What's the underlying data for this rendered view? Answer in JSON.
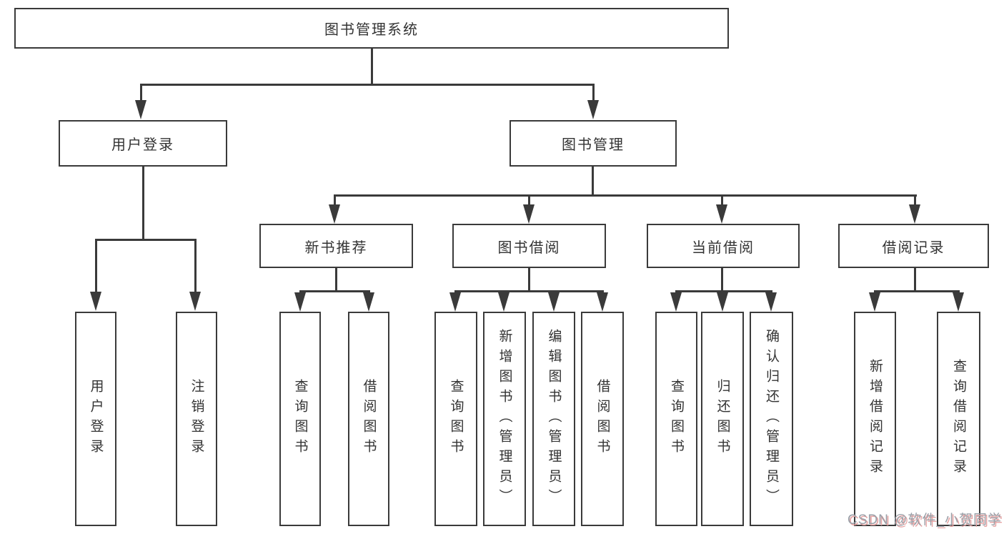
{
  "tree": {
    "root": {
      "label": "图书管理系统"
    },
    "branches": [
      {
        "label": "用户登录",
        "children": [
          {
            "label": "用户登录"
          },
          {
            "label": "注销登录"
          }
        ]
      },
      {
        "label": "图书管理",
        "children": [
          {
            "label": "新书推荐",
            "children": [
              {
                "label": "查询图书"
              },
              {
                "label": "借阅图书"
              }
            ]
          },
          {
            "label": "图书借阅",
            "children": [
              {
                "label": "查询图书"
              },
              {
                "label": "新增图书（管理员）"
              },
              {
                "label": "编辑图书（管理员）"
              },
              {
                "label": "借阅图书"
              }
            ]
          },
          {
            "label": "当前借阅",
            "children": [
              {
                "label": "查询图书"
              },
              {
                "label": "归还图书"
              },
              {
                "label": "确认归还（管理员）"
              }
            ]
          },
          {
            "label": "借阅记录",
            "children": [
              {
                "label": "新增借阅记录"
              },
              {
                "label": "查询借阅记录"
              }
            ]
          }
        ]
      }
    ]
  },
  "watermark": {
    "text": "CSDN @软件_小贺同学"
  },
  "colors": {
    "line": "#3a3a3a",
    "box_border": "#3a3a3a",
    "box_fill": "#ffffff",
    "text": "#333333",
    "background": "#ffffff",
    "watermark_text": "#9aa0a8",
    "watermark_shadow": "#e6a4a4"
  }
}
